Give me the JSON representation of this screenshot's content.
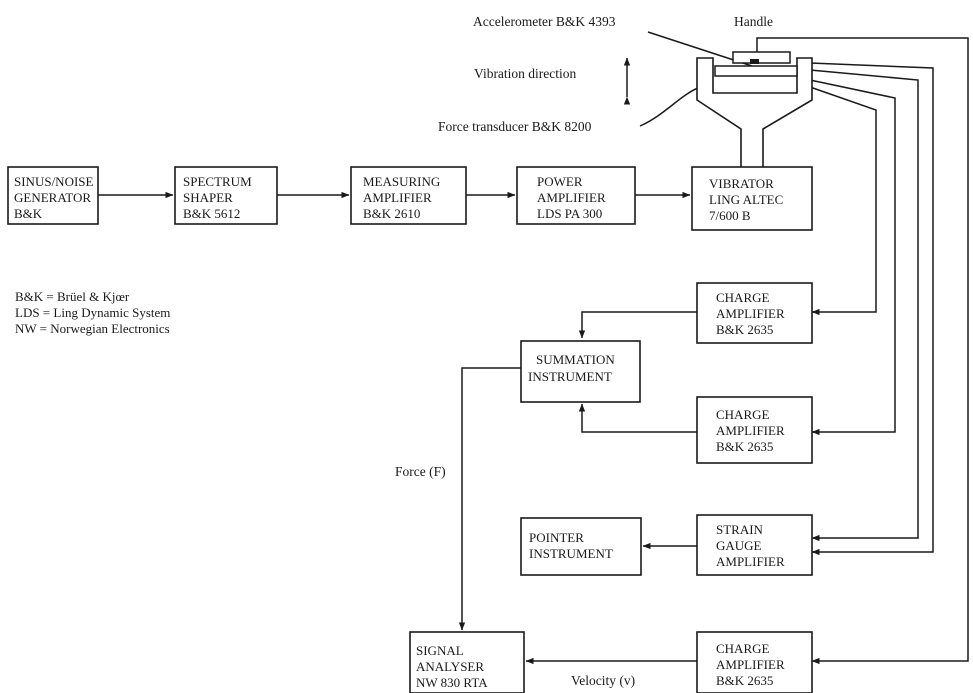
{
  "blocks": {
    "generator": [
      "SINUS/NOISE",
      "GENERATOR",
      "B&K"
    ],
    "shaper": [
      "SPECTRUM",
      "SHAPER",
      "B&K 5612"
    ],
    "measuring_amp": [
      "MEASURING",
      "AMPLIFIER",
      "B&K 2610"
    ],
    "power_amp": [
      "POWER",
      "AMPLIFIER",
      "LDS PA 300"
    ],
    "vibrator": [
      "VIBRATOR",
      "LING ALTEC",
      "7/600 B"
    ],
    "charge_amp_1": [
      "CHARGE",
      "AMPLIFIER",
      "B&K 2635"
    ],
    "summation": [
      "SUMMATION",
      "INSTRUMENT"
    ],
    "charge_amp_2": [
      "CHARGE",
      "AMPLIFIER",
      "B&K 2635"
    ],
    "pointer": [
      "POINTER",
      "INSTRUMENT"
    ],
    "strain_gauge": [
      "STRAIN",
      "GAUGE",
      "AMPLIFIER"
    ],
    "signal_analyser": [
      "SIGNAL",
      "ANALYSER",
      "NW 830 RTA"
    ],
    "charge_amp_3": [
      "CHARGE",
      "AMPLIFIER",
      "B&K 2635"
    ]
  },
  "labels": {
    "accelerometer": "Accelerometer B&K 4393",
    "handle": "Handle",
    "vibration_direction": "Vibration direction",
    "force_transducer": "Force transducer B&K 8200",
    "force": "Force (F)",
    "velocity": "Velocity (v)"
  },
  "legend": [
    "B&K = Brüel & Kjœr",
    "LDS = Ling Dynamic System",
    "NW = Norwegian Electronics"
  ]
}
